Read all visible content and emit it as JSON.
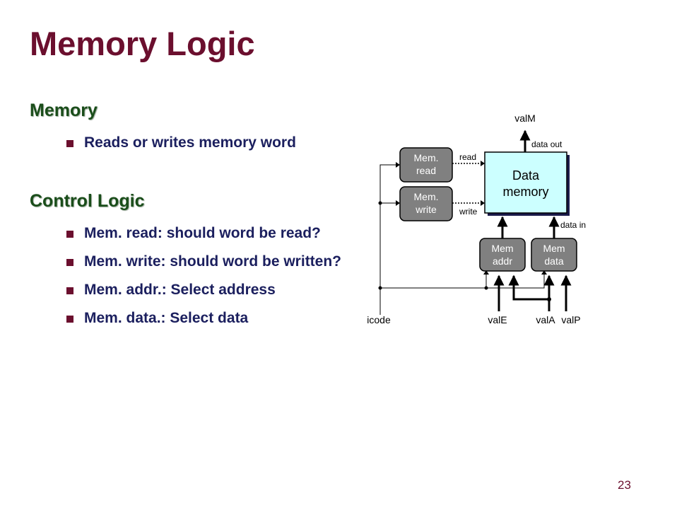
{
  "slide": {
    "title": "Memory Logic",
    "page_number": "23"
  },
  "sections": [
    {
      "heading": "Memory",
      "bullets": [
        "Reads or writes memory word"
      ]
    },
    {
      "heading": "Control Logic",
      "bullets": [
        "Mem. read: should word be read?",
        "Mem. write: should word be written?",
        "Mem. addr.: Select address",
        "Mem. data.: Select data"
      ]
    }
  ],
  "diagram": {
    "mem_read": [
      "Mem.",
      "read"
    ],
    "mem_write": [
      "Mem.",
      "write"
    ],
    "data_memory": [
      "Data",
      "memory"
    ],
    "mem_addr": [
      "Mem",
      "addr"
    ],
    "mem_data": [
      "Mem",
      "data"
    ],
    "signal_valM": "valM",
    "data_out": "data out",
    "data_in": "data in",
    "read": "read",
    "write": "write",
    "icode": "icode",
    "valE": "valE",
    "valA": "valA",
    "valP": "valP",
    "colors": {
      "control_block": "#808080",
      "memory_block": "#ccffff",
      "title": "#6b0f2e"
    }
  }
}
